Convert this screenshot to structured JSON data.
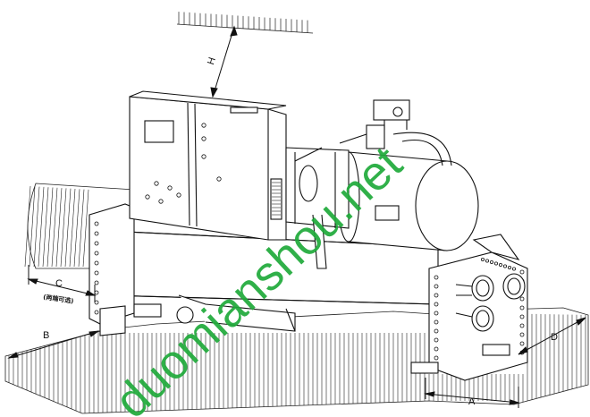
{
  "diagram": {
    "dimension_labels": {
      "h": "H",
      "c": "C",
      "b": "B",
      "d": "D",
      "a": "A"
    },
    "service_note": "(两端可选)",
    "watermark": "duomianshou.net",
    "colors": {
      "line": "#111111",
      "watermark": "#1faa3a"
    }
  }
}
